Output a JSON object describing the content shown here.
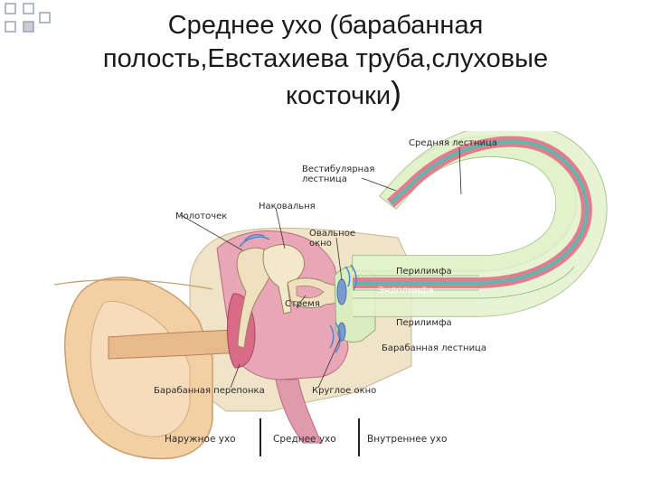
{
  "slide": {
    "title_line1": "Среднее ухо (барабанная",
    "title_line2": "полость,Евстахиева труба,слуховые",
    "title_line3": "косточки",
    "title_paren": ")"
  },
  "labels": {
    "scala_media": "Средняя лестница",
    "scala_vestibuli_1": "Вестибулярная",
    "scala_vestibuli_2": "лестница",
    "malleus": "Молоточек",
    "incus": "Наковальня",
    "oval_window_1": "Овальное",
    "oval_window_2": "окно",
    "perilymph_top": "Перилимфа",
    "endolymph": "Эндолимфа",
    "stapes": "Стремя",
    "perilymph_bottom": "Перилимфа",
    "scala_tympani": "Барабанная лестница",
    "tympanic_membrane": "Барабанная перепонка",
    "round_window": "Круглое окно"
  },
  "sections": {
    "outer": "Наружное ухо",
    "middle": "Среднее ухо",
    "inner": "Внутреннее ухо"
  },
  "colors": {
    "bone": "#efe3c8",
    "cochlea_outer": "#d9edbe",
    "cochlea_red": "#e57c8c",
    "endolymph": "#5fb7b0",
    "cavity": "#e9a6b6",
    "skin": "#f3cfa4",
    "sound_wave": "#4f86c6"
  }
}
